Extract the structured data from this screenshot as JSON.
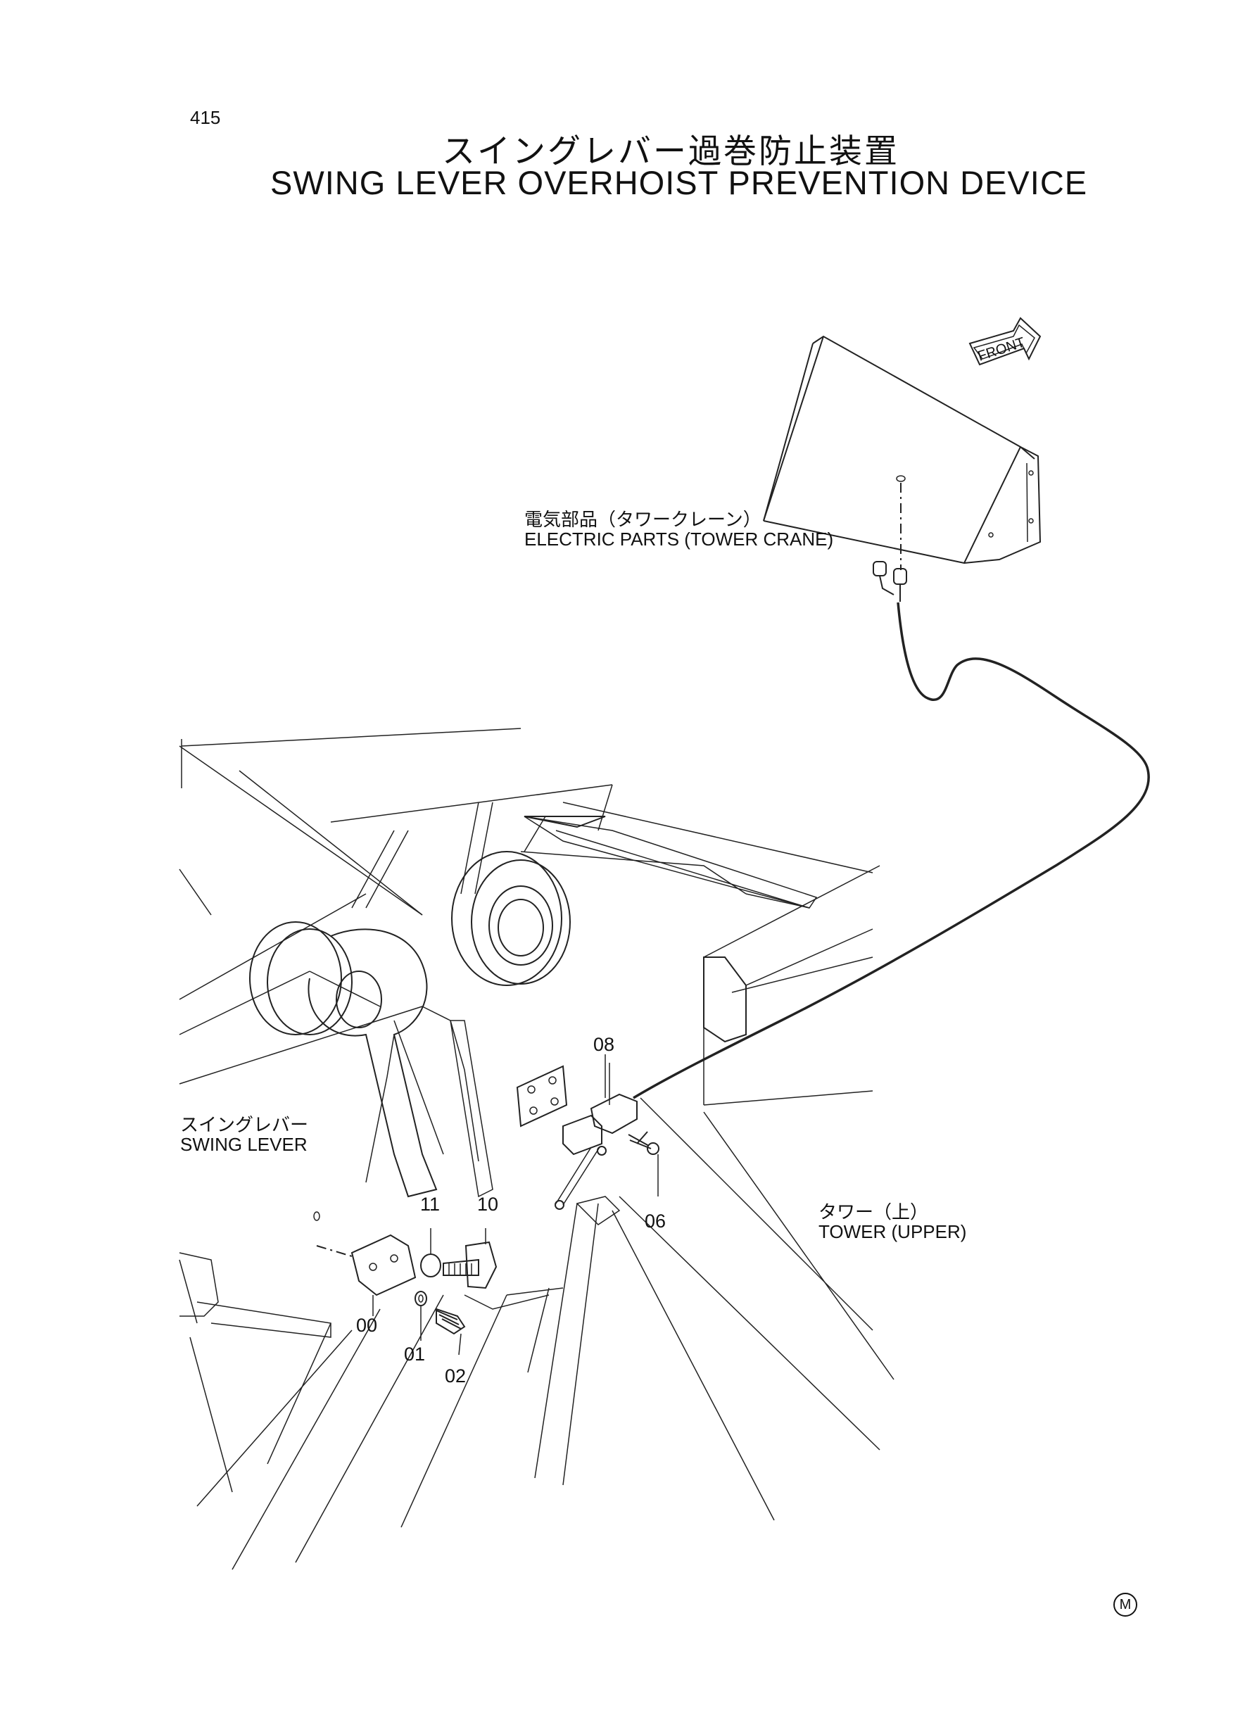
{
  "page_number": "415",
  "title": {
    "japanese": "スイングレバー過巻防止装置",
    "english": "SWING LEVER OVERHOIST PREVENTION DEVICE"
  },
  "labels": {
    "electric_parts_jp": "電気部品（タワークレーン）",
    "electric_parts_en": "ELECTRIC PARTS (TOWER CRANE)",
    "swing_lever_jp": "スイングレバー",
    "swing_lever_en": "SWING LEVER",
    "tower_upper_jp": "タワー（上）",
    "tower_upper_en": "TOWER (UPPER)",
    "front_arrow": "FRONT"
  },
  "callouts": [
    "08",
    "11",
    "10",
    "06",
    "00",
    "01",
    "02"
  ],
  "corner_mark": "M"
}
